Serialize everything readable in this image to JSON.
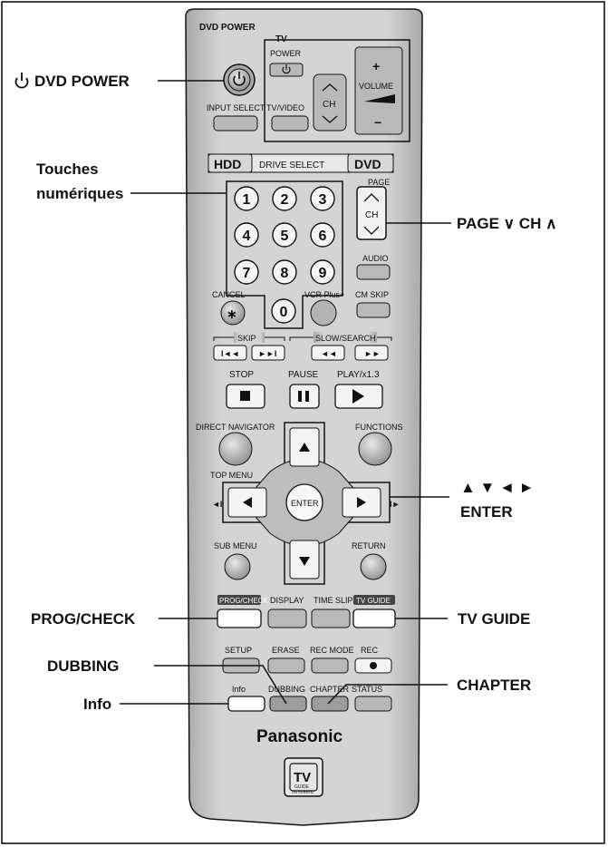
{
  "labels": {
    "dvd_power": "DVD POWER",
    "touches_line1": "Touches",
    "touches_line2": "numériques",
    "page_ch": "PAGE ∨ CH ∧",
    "arrows_line1": "▲ ▼ ◄ ►",
    "arrows_line2": "ENTER",
    "prog_check": "PROG/CHECK",
    "tv_guide": "TV GUIDE",
    "dubbing": "DUBBING",
    "chapter": "CHAPTER",
    "info": "Info"
  },
  "remote": {
    "dvd_power": "DVD POWER",
    "tv": "TV",
    "tv_power": "POWER",
    "input_select": "INPUT SELECT",
    "tv_video": "TV/VIDEO",
    "ch": "CH",
    "volume": "VOLUME",
    "hdd": "HDD",
    "drive_select": "DRIVE SELECT",
    "dvd": "DVD",
    "page": "PAGE",
    "digits": [
      "1",
      "2",
      "3",
      "4",
      "5",
      "6",
      "7",
      "8",
      "9",
      "0"
    ],
    "audio": "AUDIO",
    "cancel": "CANCEL",
    "vcr_plus": "VCR Plus+",
    "cm_skip": "CM SKIP",
    "skip": "SKIP",
    "slow_search": "SLOW/SEARCH",
    "stop": "STOP",
    "pause": "PAUSE",
    "play": "PLAY/x1.3",
    "direct_navigator": "DIRECT NAVIGATOR",
    "functions": "FUNCTIONS",
    "top_menu": "TOP MENU",
    "enter": "ENTER",
    "sub_menu": "SUB MENU",
    "return": "RETURN",
    "prog_check": "PROG/CHECK",
    "display": "DISPLAY",
    "time_slip": "TIME SLIP",
    "tv_guide": "TV GUIDE",
    "setup": "SETUP",
    "erase": "ERASE",
    "rec_mode": "REC MODE",
    "rec": "REC",
    "info": "Info",
    "dubbing": "DUBBING",
    "chapter": "CHAPTER",
    "status": "STATUS",
    "brand": "Panasonic",
    "logo_tv": "TV",
    "logo_guide": "GUIDE",
    "logo_onscreen": "ON SCREEN"
  },
  "colors": {
    "body": "#cfcfcf",
    "button": "#b9b9b9",
    "outline": "#111111",
    "white_button": "#ffffff"
  }
}
